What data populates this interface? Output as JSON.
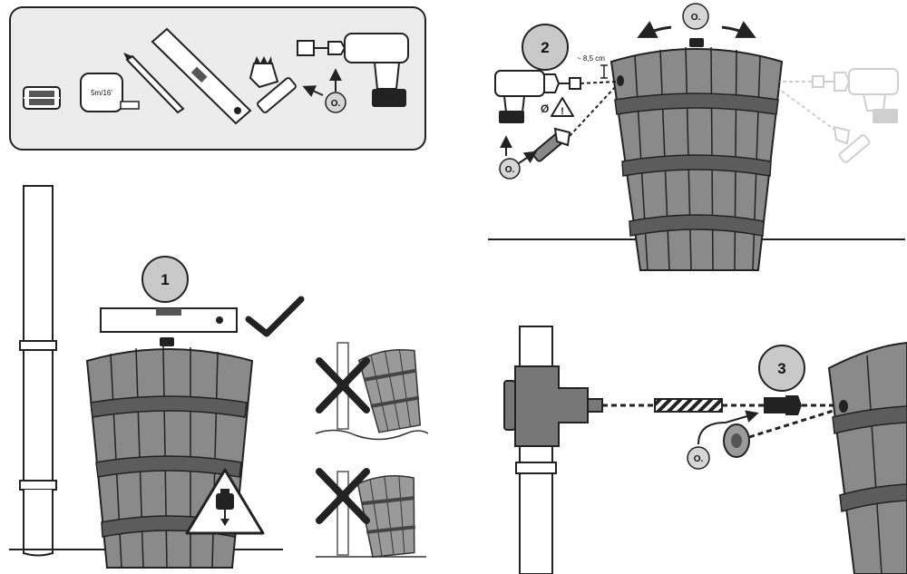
{
  "steps": [
    {
      "number": "1"
    },
    {
      "number": "2"
    },
    {
      "number": "3"
    }
  ],
  "tools": {
    "tape_measure_label": "5m/16'",
    "drill_hole_distance": "~ 8,5 cm",
    "diameter_symbol": "Ø",
    "warning_mark": "!"
  },
  "optional_badge_label": "O.",
  "colors": {
    "outline": "#222222",
    "barrel_fill": "#8a8a8a",
    "barrel_band": "#5c5c5c",
    "panel_fill": "#ececec",
    "step_badge_fill": "#c9c9c9",
    "faded": "#c8c8c8"
  }
}
